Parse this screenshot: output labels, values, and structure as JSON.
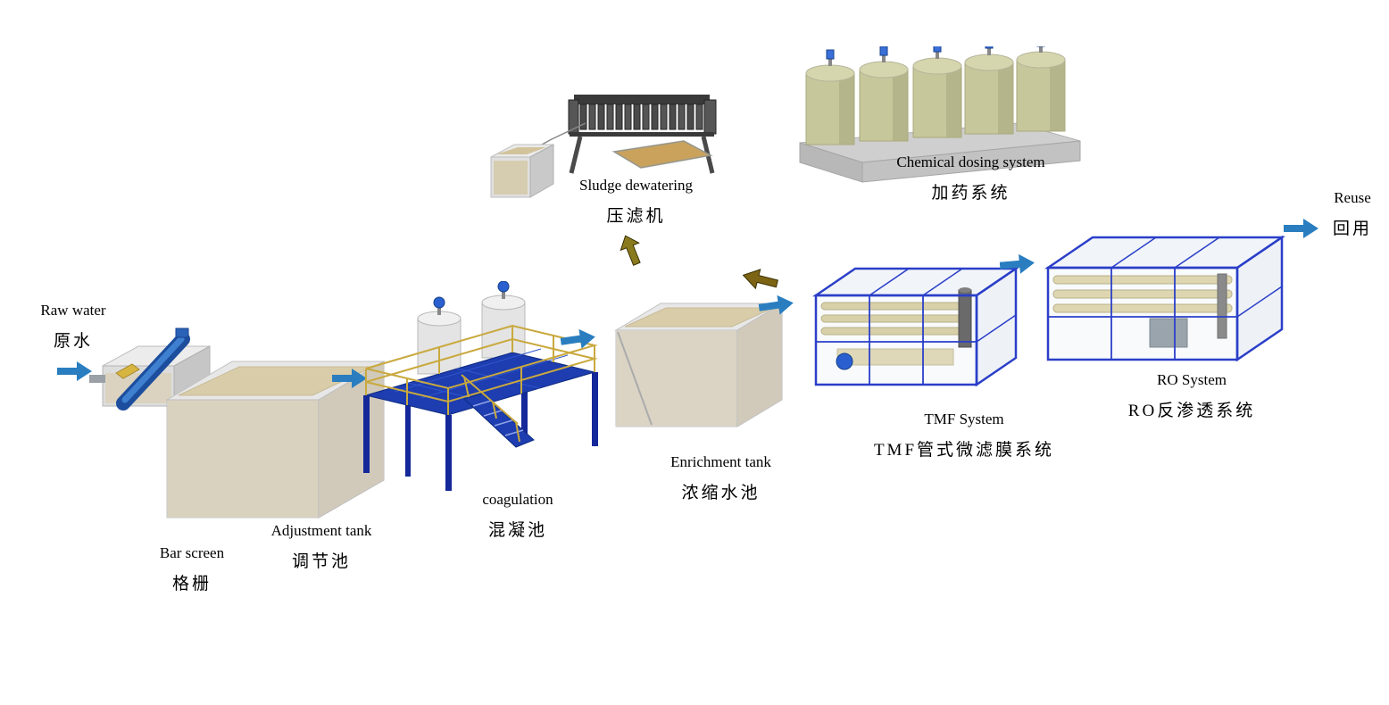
{
  "diagram": {
    "type": "process-flow",
    "subject": "wastewater treatment and reuse process",
    "labels": {
      "raw_water": {
        "en": "Raw water",
        "zh": "原水"
      },
      "bar_screen": {
        "en": "Bar screen",
        "zh": "格栅"
      },
      "adjustment_tank": {
        "en": "Adjustment tank",
        "zh": "调节池"
      },
      "coagulation": {
        "en": "coagulation",
        "zh": "混凝池"
      },
      "enrichment_tank": {
        "en": "Enrichment tank",
        "zh": "浓缩水池"
      },
      "sludge_dewatering": {
        "en": "Sludge dewatering",
        "zh": "压滤机"
      },
      "chemical_dosing": {
        "en": "Chemical dosing system",
        "zh": "加药系统"
      },
      "tmf_system": {
        "en": "TMF System",
        "zh": "TMF管式微滤膜系统"
      },
      "ro_system": {
        "en": "RO System",
        "zh": "RO反渗透系统"
      },
      "reuse": {
        "en": "Reuse",
        "zh": "回用"
      }
    },
    "flows": [
      {
        "from": "raw_water",
        "to": "bar_screen",
        "style": "blue-arrow"
      },
      {
        "from": "adjustment_tank",
        "to": "coagulation",
        "style": "blue-arrow"
      },
      {
        "from": "coagulation",
        "to": "enrichment_tank",
        "style": "blue-arrow"
      },
      {
        "from": "enrichment_tank",
        "to": "tmf_system",
        "style": "blue-arrow"
      },
      {
        "from": "tmf_system",
        "to": "ro_system",
        "style": "blue-arrow"
      },
      {
        "from": "ro_system",
        "to": "reuse",
        "style": "blue-arrow"
      },
      {
        "from": "enrichment_tank",
        "to": "sludge_dewatering",
        "style": "brown-arrow-up"
      },
      {
        "from": "tmf_system",
        "to": "enrichment_tank",
        "style": "brown-arrow-left"
      }
    ],
    "colors": {
      "arrow_blue": "#2a7ec0",
      "arrow_brown": "#7d6414",
      "frame_blue": "#2b3fc8",
      "platform_blue": "#1d3db0",
      "railing_yellow": "#c9a93e",
      "tank_water_tan": "#d6c9a8",
      "tank_wall_gray": "#d9d9d9",
      "dosing_tank_olive": "#c7c79c",
      "machine_dark_gray": "#4a4a4a",
      "background": "#ffffff"
    }
  }
}
